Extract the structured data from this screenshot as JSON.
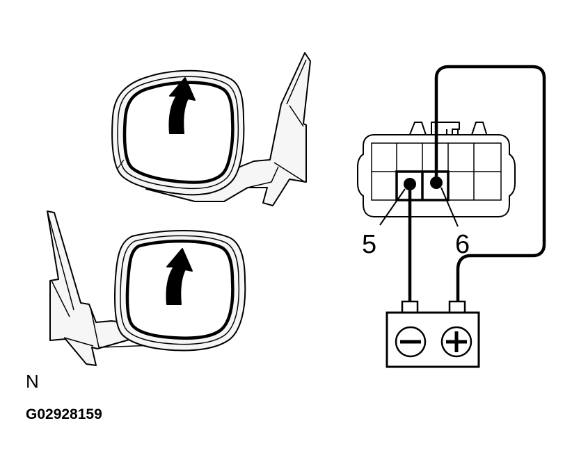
{
  "labels": {
    "terminal_5": "5",
    "terminal_6": "6",
    "view_code": "N",
    "figure_id": "G02928159"
  },
  "colors": {
    "ink": "#000000",
    "mirror_body": "#f6f6f6",
    "glass": "#ffffff",
    "paper": "#ffffff"
  },
  "battery": {
    "negative_symbol": "minus-icon",
    "positive_symbol": "plus-icon"
  },
  "mirrors": [
    {
      "name": "upper-mirror",
      "arrow_direction": "up"
    },
    {
      "name": "lower-mirror",
      "arrow_direction": "up"
    }
  ]
}
